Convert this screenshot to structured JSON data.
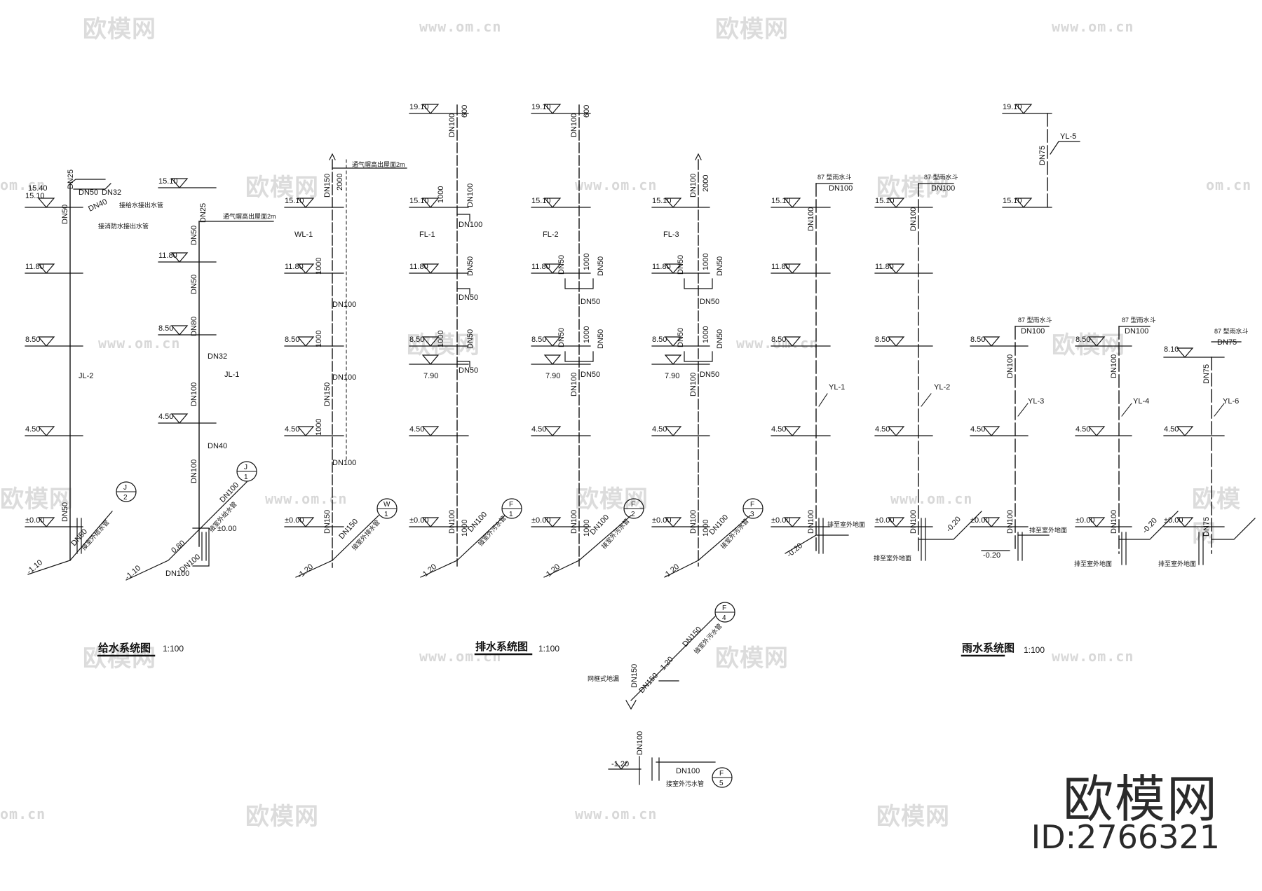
{
  "watermark": {
    "brand": "欧模网",
    "id": "ID:2766321",
    "tile_text": "欧模网",
    "url_text": "www.om.cn",
    "url_partial": "om.cn"
  },
  "titles": {
    "supply": "给水系统图",
    "supply_scale": "1:100",
    "drain": "排水系统图",
    "drain_scale": "1:100",
    "rain": "雨水系统图",
    "rain_scale": "1:100"
  },
  "levels": [
    "19.10",
    "15.40",
    "15.10",
    "11.80",
    "8.50",
    "7.90",
    "8.10",
    "4.50",
    "±0.00",
    "-1.10",
    "-1.20",
    "-0.20"
  ],
  "pipe_labels": {
    "jl2": "JL-2",
    "jl1": "JL-1",
    "wl1": "WL-1",
    "fl1": "FL-1",
    "fl2": "FL-2",
    "fl3": "FL-3",
    "yl1": "YL-1",
    "yl2": "YL-2",
    "yl3": "YL-3",
    "yl4": "YL-4",
    "yl5": "YL-5",
    "yl6": "YL-6"
  },
  "sizes": [
    "DN25",
    "DN32",
    "DN40",
    "DN50",
    "DN75",
    "DN100",
    "DN150",
    "DN80"
  ],
  "dims": [
    "600",
    "1000",
    "2000",
    "0.80"
  ],
  "notes": {
    "jiegeishui": "接给水接出水管",
    "jiexiaofang": "接消防水接出水管",
    "jieshiwai": "接室外给水管",
    "jieshiwai_ps": "接室外排水管",
    "jieshiwai_ws": "接室外污水管",
    "paizhi": "排至室外地面",
    "yushuidou": "87 型雨水斗",
    "tongqi": "通气帽高出屋面2m",
    "wenqi": "网框式地漏"
  },
  "circles": [
    {
      "top": "J",
      "num": "2"
    },
    {
      "top": "J",
      "num": "1"
    },
    {
      "top": "W",
      "num": "1"
    },
    {
      "top": "F",
      "num": "1"
    },
    {
      "top": "F",
      "num": "2"
    },
    {
      "top": "F",
      "num": "3"
    },
    {
      "top": "F",
      "num": "4"
    },
    {
      "top": "F",
      "num": "5"
    }
  ]
}
